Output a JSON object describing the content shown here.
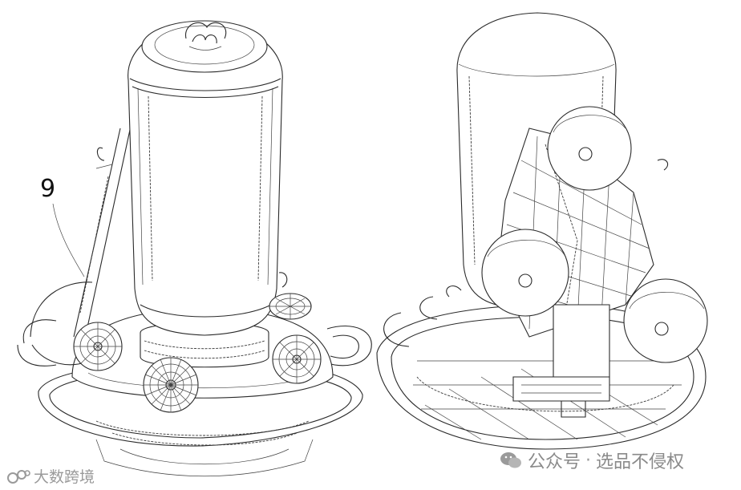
{
  "figure": {
    "reference_numeral": "9"
  },
  "watermarks": {
    "left_text": "大数跨境",
    "left_icon": "brand-logo-icon",
    "right_prefix": "公众号",
    "right_separator": "·",
    "right_text": "选品不侵权",
    "right_icon": "wechat-icon"
  }
}
